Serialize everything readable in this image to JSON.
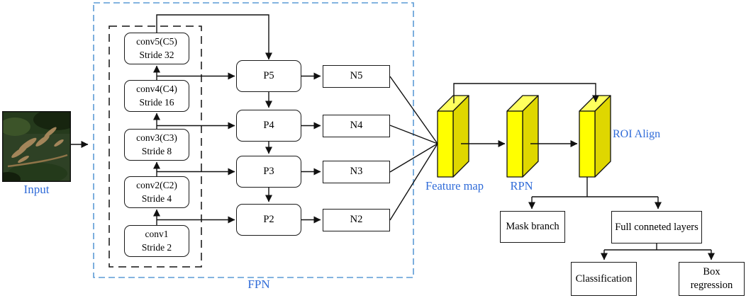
{
  "colors": {
    "label_blue": "#2F6BD8",
    "fpn_dash_blue": "#5B9BD5",
    "yellow_front": "#FFFF00",
    "yellow_top": "#FFFF5E",
    "yellow_side": "#DFD700"
  },
  "input": {
    "label": "Input"
  },
  "fpn": {
    "label": "FPN",
    "backbone": [
      {
        "line1": "conv5(C5)",
        "line2": "Stride 32"
      },
      {
        "line1": "conv4(C4)",
        "line2": "Stride 16"
      },
      {
        "line1": "conv3(C3)",
        "line2": "Stride 8"
      },
      {
        "line1": "conv2(C2)",
        "line2": "Stride 4"
      },
      {
        "line1": "conv1",
        "line2": "Stride 2"
      }
    ],
    "pyramid": [
      {
        "label": "P5"
      },
      {
        "label": "P4"
      },
      {
        "label": "P3"
      },
      {
        "label": "P2"
      }
    ],
    "outputs": [
      {
        "label": "N5"
      },
      {
        "label": "N4"
      },
      {
        "label": "N3"
      },
      {
        "label": "N2"
      }
    ]
  },
  "head": {
    "feature_map_label": "Feature map",
    "rpn_label": "RPN",
    "roi_align_label": "ROI Align"
  },
  "branches": {
    "mask": "Mask branch",
    "fc": "Full conneted layers",
    "classification": "Classification",
    "box_regression_line1": "Box",
    "box_regression_line2": "regression"
  }
}
